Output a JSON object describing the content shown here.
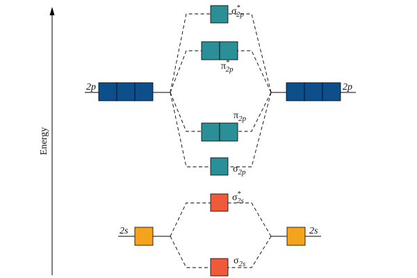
{
  "axis": {
    "label": "Energy"
  },
  "atomic_orbitals": {
    "left_2p": "2p",
    "right_2p": "2p",
    "left_2s": "2s",
    "right_2s": "2s"
  },
  "molecular_orbitals": {
    "sigma_star_2p": {
      "symbol": "σ",
      "star": "*",
      "sub": "2p"
    },
    "pi_star_2p": {
      "symbol": "π",
      "star": "*",
      "sub": "2p"
    },
    "pi_2p": {
      "symbol": "π",
      "sub": "2p"
    },
    "sigma_2p": {
      "symbol": "σ",
      "sub": "2p"
    },
    "sigma_star_2s": {
      "symbol": "σ",
      "star": "*",
      "sub": "2s"
    },
    "sigma_2s": {
      "symbol": "σ",
      "sub": "2s"
    }
  },
  "colors": {
    "atomic_2p": "#0d4f8a",
    "molecular_2p": "#2a8f96",
    "atomic_2s": "#f5a21c",
    "molecular_2s": "#ef5a3a"
  }
}
